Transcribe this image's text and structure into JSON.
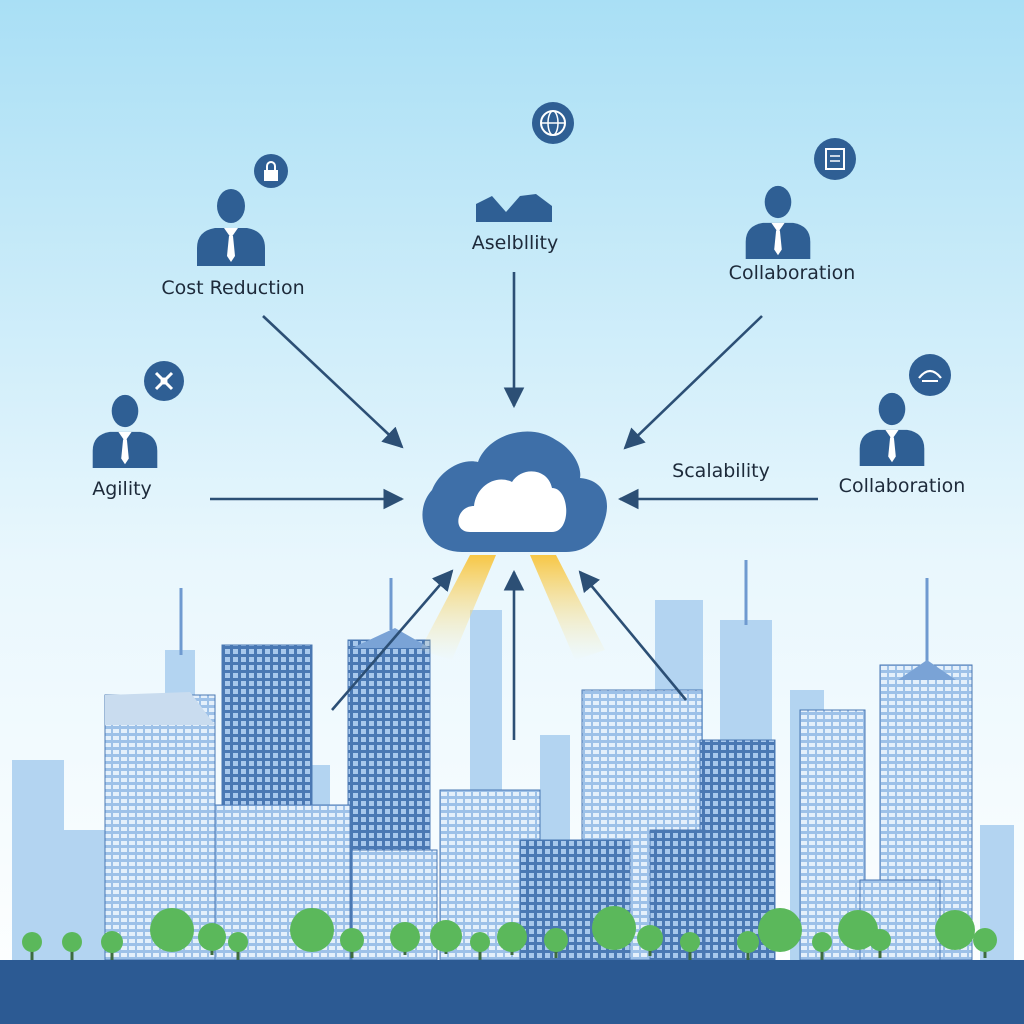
{
  "diagram": {
    "hub": {
      "icon": "cloud-icon"
    },
    "nodes": [
      {
        "id": "cost-reduction",
        "label": "Cost Reduction",
        "icon": "person-icon",
        "badge_icon": "lock-icon"
      },
      {
        "id": "availability",
        "label": "Aselbllity",
        "icon": "crown-icon",
        "badge_icon": "globe-icon"
      },
      {
        "id": "collaboration-top",
        "label": "Collaboration",
        "icon": "person-icon",
        "badge_icon": "document-icon"
      },
      {
        "id": "agility",
        "label": "Agility",
        "icon": "person-icon",
        "badge_icon": "tools-icon"
      },
      {
        "id": "scalability",
        "label": "Scalability"
      },
      {
        "id": "collaboration-right",
        "label": "Collaboration",
        "icon": "person-icon",
        "badge_icon": "chat-icon"
      }
    ]
  },
  "colors": {
    "sky_top": "#a9dff5",
    "sky_bottom": "#ffffff",
    "accent_navy": "#2f5f94",
    "arrow": "#2c4f75",
    "building_dark": "#4a78b3",
    "building_light": "#8bb8e6",
    "ground": "#2c5a93",
    "tree": "#5bb85b",
    "beam": "#f8c43c"
  }
}
